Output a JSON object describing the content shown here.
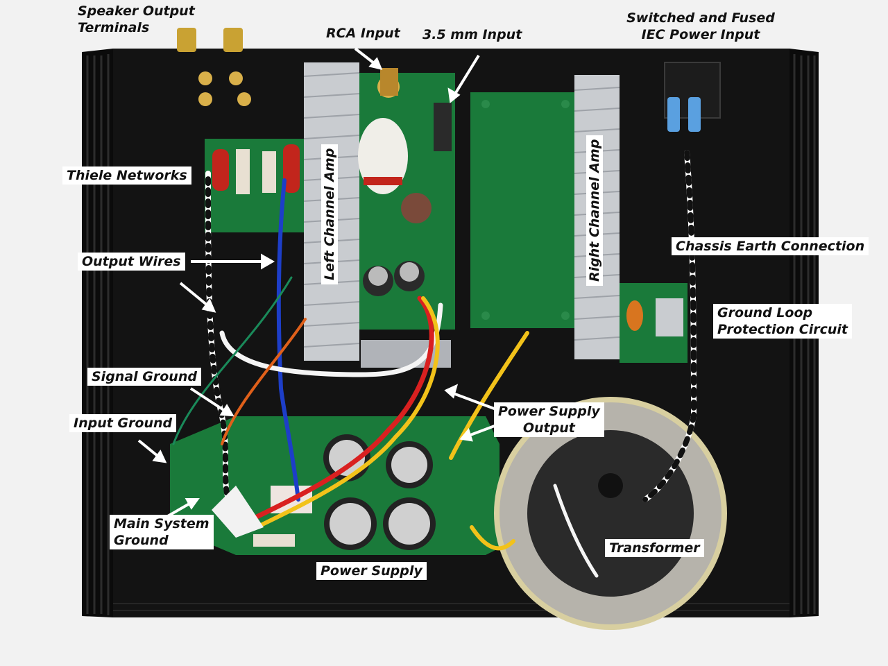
{
  "labels": {
    "speaker_output": "Speaker Output\nTerminals",
    "rca_input": "RCA Input",
    "mm_input": "3.5 mm Input",
    "iec_power": "Switched and Fused\nIEC Power Input",
    "thiele": "Thiele Networks",
    "left_amp": "Left Channel Amp",
    "right_amp": "Right Channel Amp",
    "chassis_earth": "Chassis Earth Connection",
    "output_wires": "Output Wires",
    "ground_loop": "Ground Loop\nProtection Circuit",
    "signal_ground": "Signal Ground",
    "input_ground": "Input Ground",
    "power_supply_output": "Power Supply\nOutput",
    "main_ground": "Main System\nGround",
    "transformer": "Transformer",
    "power_supply": "Power Supply"
  },
  "colors": {
    "chassis": "#121212",
    "pcb": "#1a7a3a",
    "heatsink": "#c9ccd0",
    "background": "#f2f2f2",
    "label_bg": "#ffffff"
  }
}
